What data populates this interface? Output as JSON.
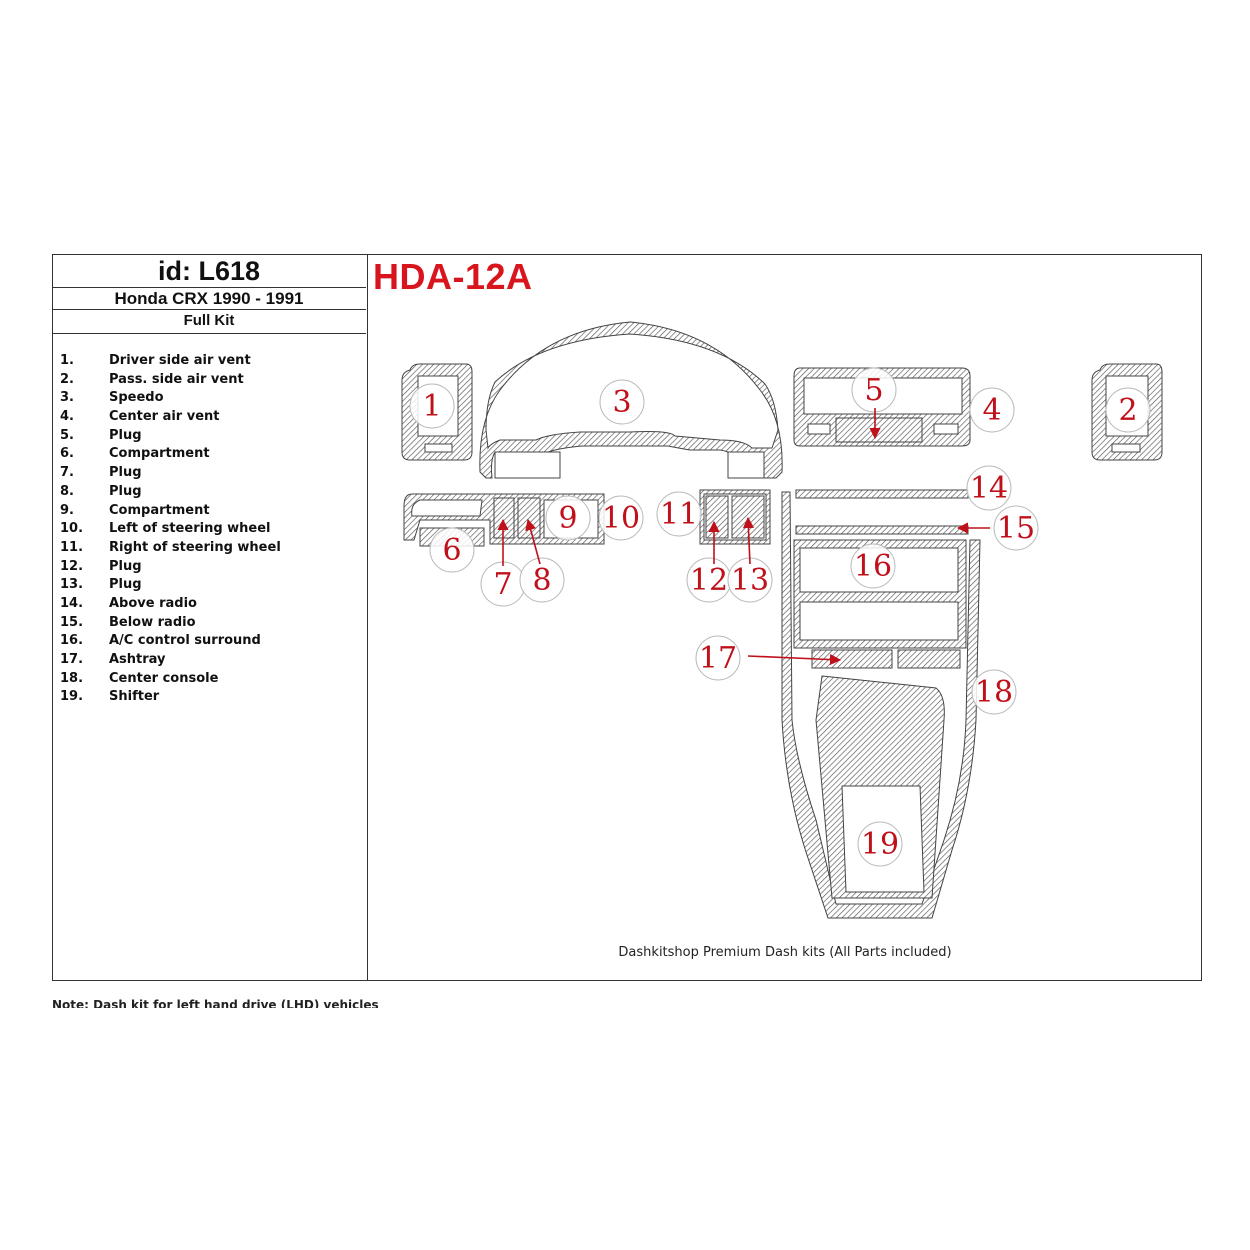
{
  "header": {
    "id_label": "id: L618",
    "model": "Honda CRX 1990 - 1991",
    "kit": "Full Kit"
  },
  "product_code": "HDA-12A",
  "parts": [
    {
      "num": "1.",
      "label": "Driver side air vent"
    },
    {
      "num": "2.",
      "label": "Pass. side air vent"
    },
    {
      "num": "3.",
      "label": "Speedo"
    },
    {
      "num": "4.",
      "label": "Center air vent"
    },
    {
      "num": "5.",
      "label": "Plug"
    },
    {
      "num": "6.",
      "label": "Compartment"
    },
    {
      "num": "7.",
      "label": "Plug"
    },
    {
      "num": "8.",
      "label": "Plug"
    },
    {
      "num": "9.",
      "label": "Compartment"
    },
    {
      "num": "10.",
      "label": "Left of steering wheel"
    },
    {
      "num": "11.",
      "label": "Right of steering wheel"
    },
    {
      "num": "12.",
      "label": "Plug"
    },
    {
      "num": "13.",
      "label": "Plug"
    },
    {
      "num": "14.",
      "label": "Above radio"
    },
    {
      "num": "15.",
      "label": "Below radio"
    },
    {
      "num": "16.",
      "label": "A/C control surround"
    },
    {
      "num": "17.",
      "label": "Ashtray"
    },
    {
      "num": "18.",
      "label": "Center console"
    },
    {
      "num": "19.",
      "label": "Shifter"
    }
  ],
  "callouts": [
    "1",
    "2",
    "3",
    "4",
    "5",
    "6",
    "7",
    "8",
    "9",
    "10",
    "11",
    "12",
    "13",
    "14",
    "15",
    "16",
    "17",
    "18",
    "19"
  ],
  "caption": "Dashkitshop Premium Dash kits (All Parts included)",
  "note": "Note: Dash kit for left hand drive (LHD) vehicles",
  "colors": {
    "accent": "#d8141c",
    "callout": "#c0101a",
    "line": "#333333"
  }
}
